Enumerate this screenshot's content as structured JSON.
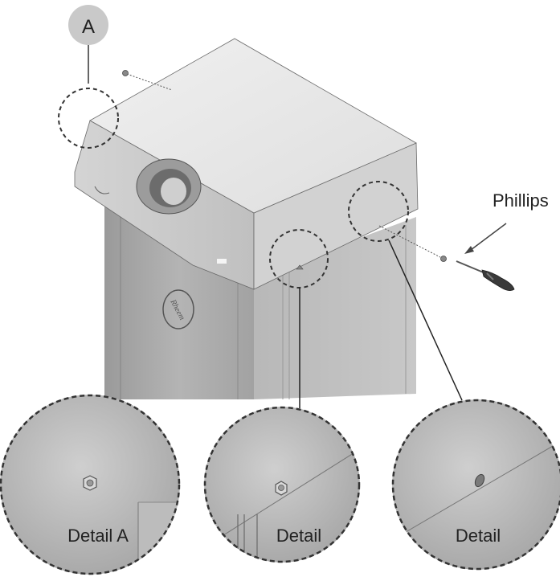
{
  "callout_badge": {
    "letter": "A"
  },
  "tool": {
    "label": "Phillips",
    "icon": "phillips-screwdriver-icon"
  },
  "appliance": {
    "logo_text": "Rheem",
    "logo_icon": "rheem-logo-icon"
  },
  "details": [
    {
      "label": "Detail A",
      "shows": "hex-screw"
    },
    {
      "label": "Detail",
      "shows": "hex-screw-at-corner"
    },
    {
      "label": "Detail",
      "shows": "screw-hole"
    }
  ],
  "colors": {
    "line": "#222222",
    "badge_fill": "#c9c9c9",
    "cover": "#e4e4e4",
    "body": "#a9a9a9"
  }
}
